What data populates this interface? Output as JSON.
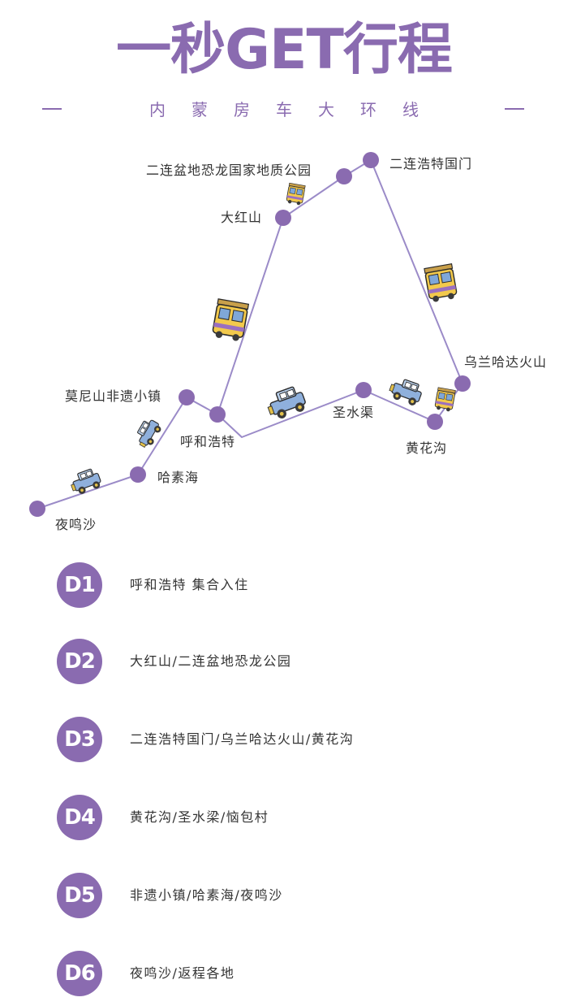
{
  "title": "一秒GET行程",
  "subtitle": "内蒙房车大环线",
  "colors": {
    "accent": "#8a6bb0",
    "route_line": "#9b8bc8",
    "text": "#333333"
  },
  "stops": [
    {
      "id": "yemingsha",
      "name": "夜鸣沙"
    },
    {
      "id": "hasuhai",
      "name": "哈素海"
    },
    {
      "id": "monishan",
      "name": "莫尼山非遗小镇"
    },
    {
      "id": "huhehaote",
      "name": "呼和浩特"
    },
    {
      "id": "dahongshan",
      "name": "大红山"
    },
    {
      "id": "erlian-park",
      "name": "二连盆地恐龙国家地质公园"
    },
    {
      "id": "erlian-gate",
      "name": "二连浩特国门"
    },
    {
      "id": "wulanhada",
      "name": "乌兰哈达火山"
    },
    {
      "id": "huanghuagou",
      "name": "黄花沟"
    },
    {
      "id": "shengshuiqu",
      "name": "圣水渠"
    }
  ],
  "vehicle_icons": [
    "jeep-icon",
    "camper-van-icon"
  ],
  "days": [
    {
      "label": "D1",
      "text": "呼和浩特 集合入住"
    },
    {
      "label": "D2",
      "text": "大红山/二连盆地恐龙公园"
    },
    {
      "label": "D3",
      "text": "二连浩特国门/乌兰哈达火山/黄花沟"
    },
    {
      "label": "D4",
      "text": "黄花沟/圣水梁/恼包村"
    },
    {
      "label": "D5",
      "text": "非遗小镇/哈素海/夜鸣沙"
    },
    {
      "label": "D6",
      "text": "夜鸣沙/返程各地"
    }
  ]
}
